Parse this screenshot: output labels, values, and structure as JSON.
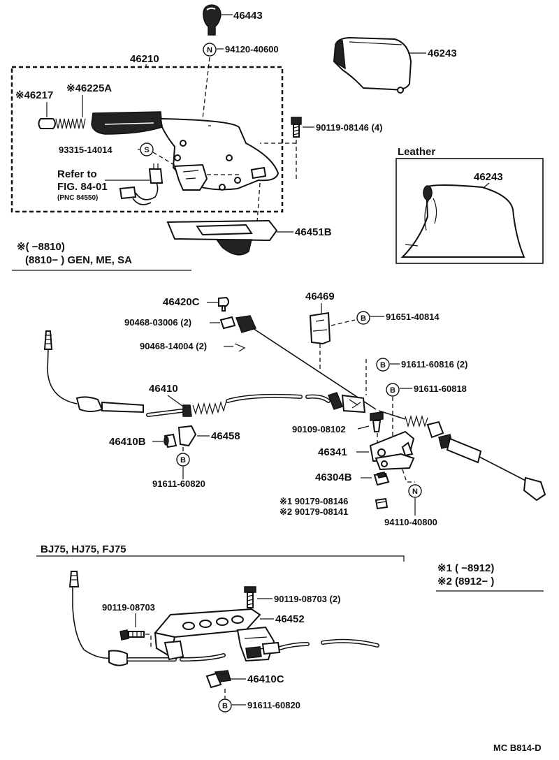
{
  "diagram": {
    "parts": {
      "p46443": "46443",
      "p94120": "94120-40600",
      "p46243_top": "46243",
      "p46210": "46210",
      "p46217": "46217",
      "p46225A": "46225A",
      "p90119_08146": "90119-08146 (4)",
      "p93315": "93315-14014",
      "refer_l1": "Refer to",
      "refer_l2": "FIG. 84-01",
      "refer_l3": "(PNC 84550)",
      "leather_title": "Leather",
      "p46243_leather": "46243",
      "p46451B": "46451B",
      "p46420C": "46420C",
      "p90468_03006": "90468-03006 (2)",
      "p90468_14004": "90468-14004 (2)",
      "p46469": "46469",
      "p91651": "91651-40814",
      "p91611_60816": "91611-60816 (2)",
      "p91611_60818": "91611-60818",
      "p46410": "46410",
      "p90109": "90109-08102",
      "p46410B": "46410B",
      "p46458": "46458",
      "p91611_60820_a": "91611-60820",
      "p46341": "46341",
      "p46304B": "46304B",
      "p90179_08146": "90179-08146",
      "p90179_08141": "90179-08141",
      "p94110": "94110-40800",
      "p90119_08703": "90119-08703",
      "p90119_08703_2": "90119-08703 (2)",
      "p46452": "46452",
      "p46410C": "46410C",
      "p91611_60820_b": "91611-60820"
    },
    "notes": {
      "star_mark": "※",
      "star1": "※1",
      "star2": "※2",
      "note_a_l1": "※(        −8810)",
      "note_a_l2": "(8810−          ) GEN, ME, SA",
      "note_b_l1": "※1 (        −8912)",
      "note_b_l2": "※2 (8912−          )",
      "models": "BJ75, HJ75, FJ75"
    },
    "circle_codes": {
      "N": "N",
      "S": "S",
      "B": "B"
    },
    "footer": "MC B814-D"
  }
}
